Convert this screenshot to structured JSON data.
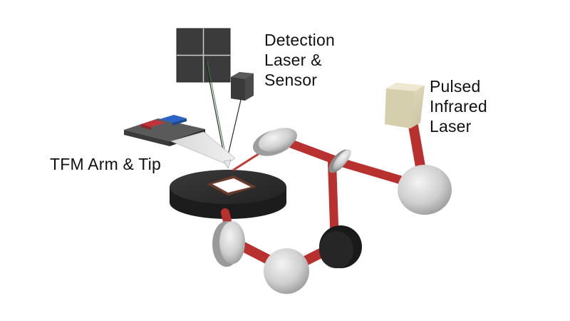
{
  "labels": {
    "detection": [
      "Detection",
      "Laser &",
      "Sensor"
    ],
    "pulsed": [
      "Pulsed",
      "Infrared",
      "Laser"
    ],
    "tfm": "TFM Arm & Tip"
  },
  "colors": {
    "beam": "#b8312f",
    "beam_dark": "#8e2320",
    "stage": "#2b2b2b",
    "mirror": "#cfcfcf",
    "detector": "#3a3a3a",
    "ir_laser_box": "#dcd6b8",
    "sensor_beam": "#2f7a3a",
    "pad_red": "#c4333c",
    "pad_blue": "#2b63c6"
  },
  "icons": {
    "detector": "quadrant-photodiode-icon",
    "sensor": "detection-laser-icon",
    "ir_laser": "ir-laser-box-icon",
    "stage": "sample-stage-icon",
    "mirror": "mirror-icon"
  }
}
